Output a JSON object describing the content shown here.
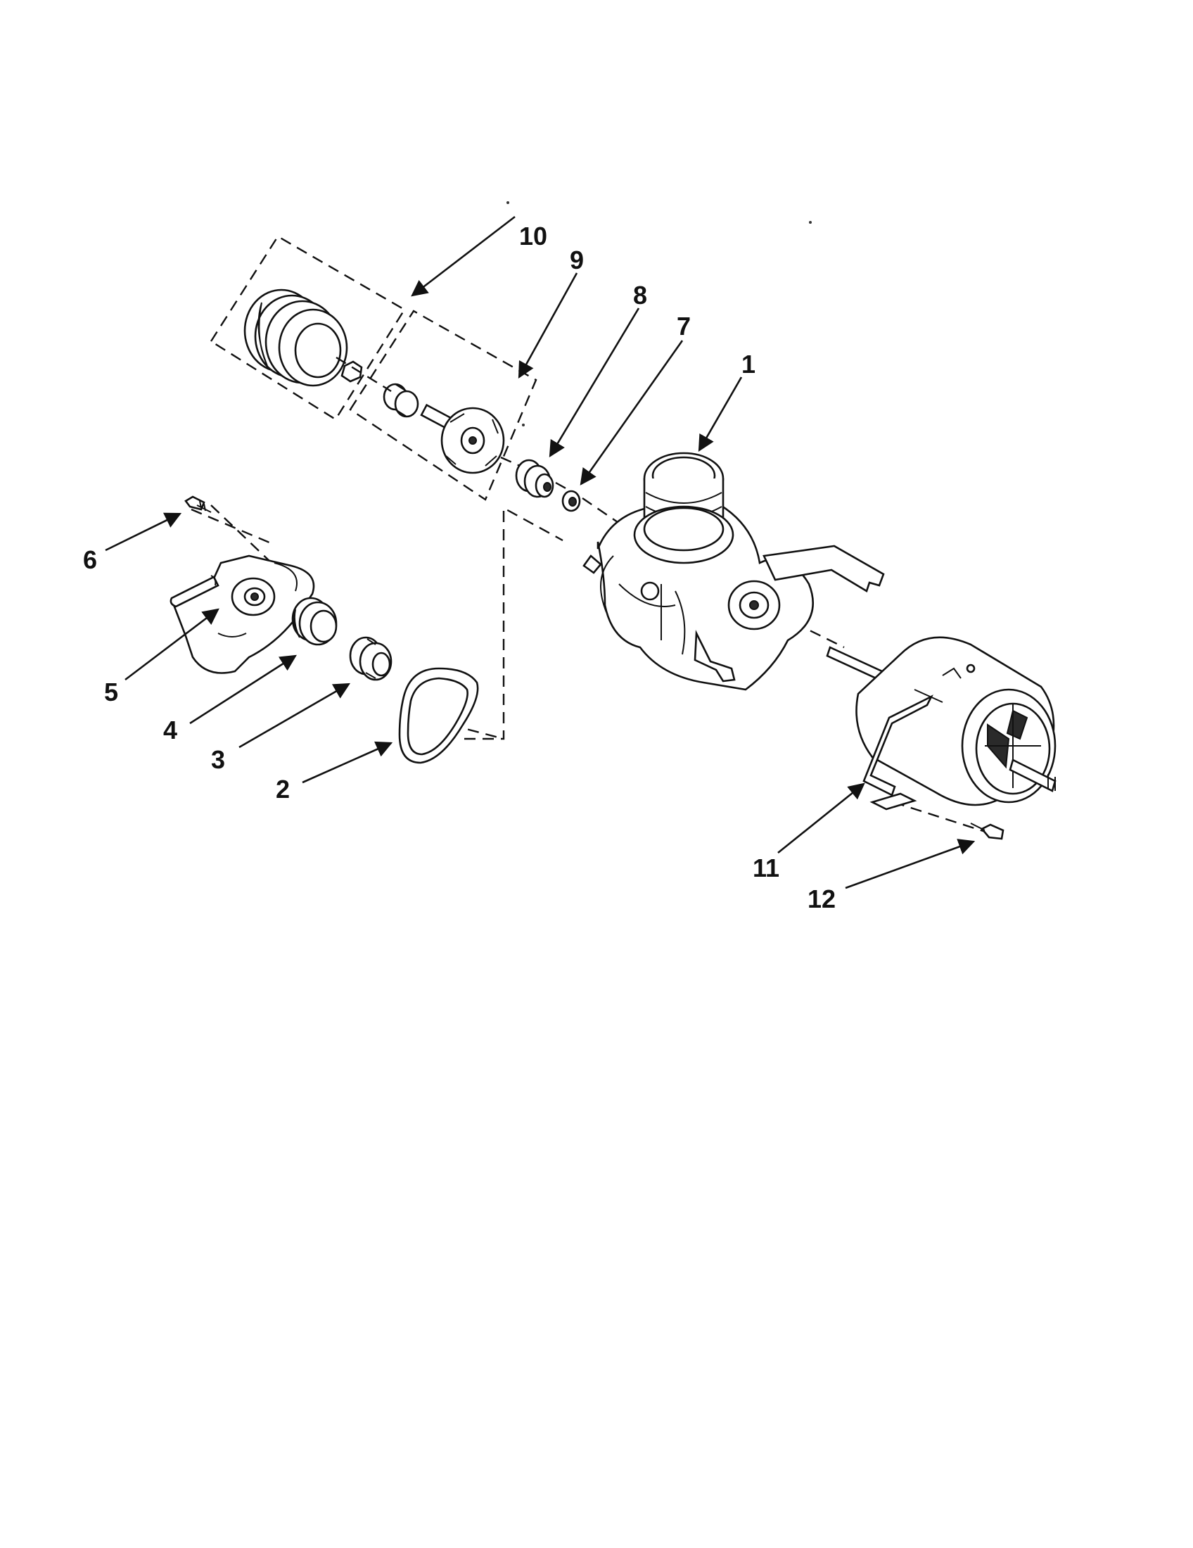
{
  "diagram": {
    "callouts": [
      "1",
      "2",
      "3",
      "4",
      "5",
      "6",
      "7",
      "8",
      "9",
      "10",
      "11",
      "12"
    ]
  },
  "colors": {
    "ink": "#111111",
    "paper": "#ffffff"
  }
}
